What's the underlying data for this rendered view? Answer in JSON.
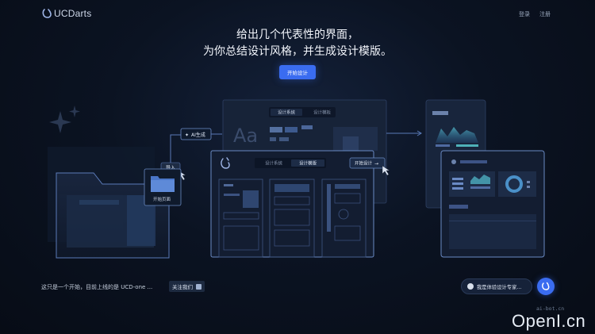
{
  "nav": {
    "logo_text": "UCDarts",
    "login": "登录",
    "register": "注册"
  },
  "hero": {
    "line1": "给出几个代表性的界面，",
    "line2": "为你总结设计风格，并生成设计模版。",
    "cta": "开始设计"
  },
  "illustration": {
    "ai_tag": "AI生成",
    "import_btn": "导入",
    "folder_caption": "开始页面",
    "back_tab1": "设计系统",
    "back_tab2": "设计模板",
    "front_tab1": "设计系统",
    "front_tab2": "设计模版",
    "start_design": "开始设计",
    "start_design_arrow": "→",
    "aa_text": "Aa"
  },
  "footer": {
    "text": "这只是一个开始，目前上线的是 UCD-one ...",
    "follow": "关注我们",
    "chat_placeholder": "我是体验设计专家...",
    "watermark_small": "ai-bot.cn",
    "watermark_big": "OpenI.cn"
  },
  "colors": {
    "accent": "#3a6cf0",
    "background": "#0b1322",
    "line": "#5a7ab8"
  }
}
